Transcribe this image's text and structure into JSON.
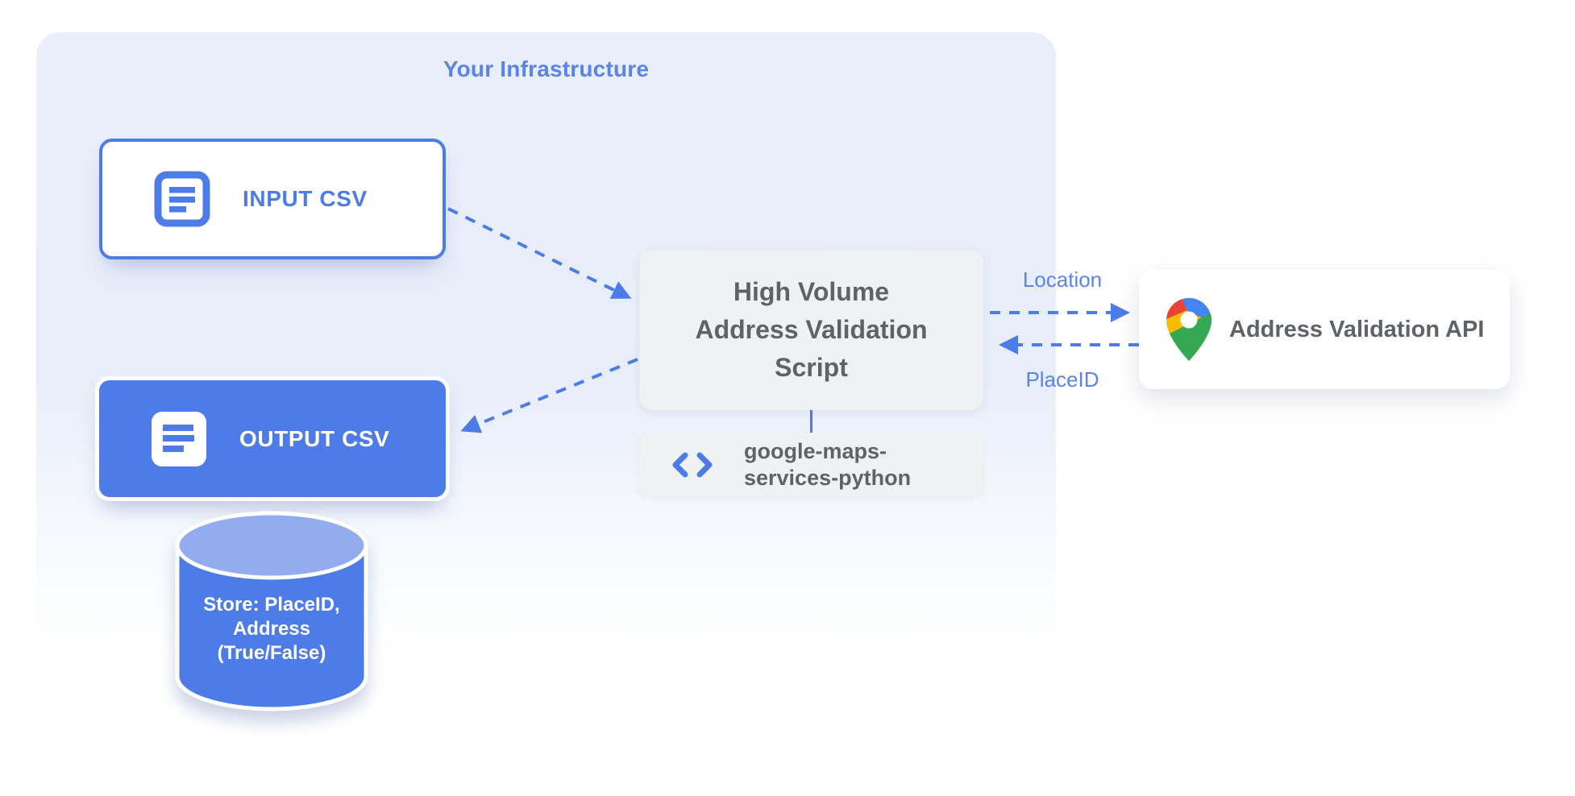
{
  "colors": {
    "accent_blue": "#4d7ce8",
    "label_blue": "#5b84ea",
    "box_gray": "#f0f1f3",
    "dark_text": "#5f6368",
    "container_bg": "#e8edfa",
    "cylinder_top": "#93acf0",
    "maps_red": "#EA4335",
    "maps_blue": "#4285F4",
    "maps_yellow": "#FBBC04",
    "maps_green": "#34A853"
  },
  "infrastructure": {
    "title": "Your Infrastructure"
  },
  "nodes": {
    "input_csv": {
      "label": "INPUT CSV",
      "icon": "document-outline-icon"
    },
    "output_csv": {
      "label": "OUTPUT CSV",
      "icon": "document-filled-icon"
    },
    "script": {
      "lines": [
        "High Volume",
        "Address Validation",
        "Script"
      ]
    },
    "library": {
      "lines": [
        "google-maps-",
        "services-python"
      ],
      "icon": "code-icon"
    },
    "api": {
      "label": "Address Validation API",
      "icon": "google-maps-pin-icon"
    },
    "datastore": {
      "lines": [
        "Store: PlaceID,",
        "Address",
        "(True/False)"
      ]
    }
  },
  "edges": {
    "location": {
      "label": "Location"
    },
    "placeid": {
      "label": "PlaceID"
    }
  }
}
